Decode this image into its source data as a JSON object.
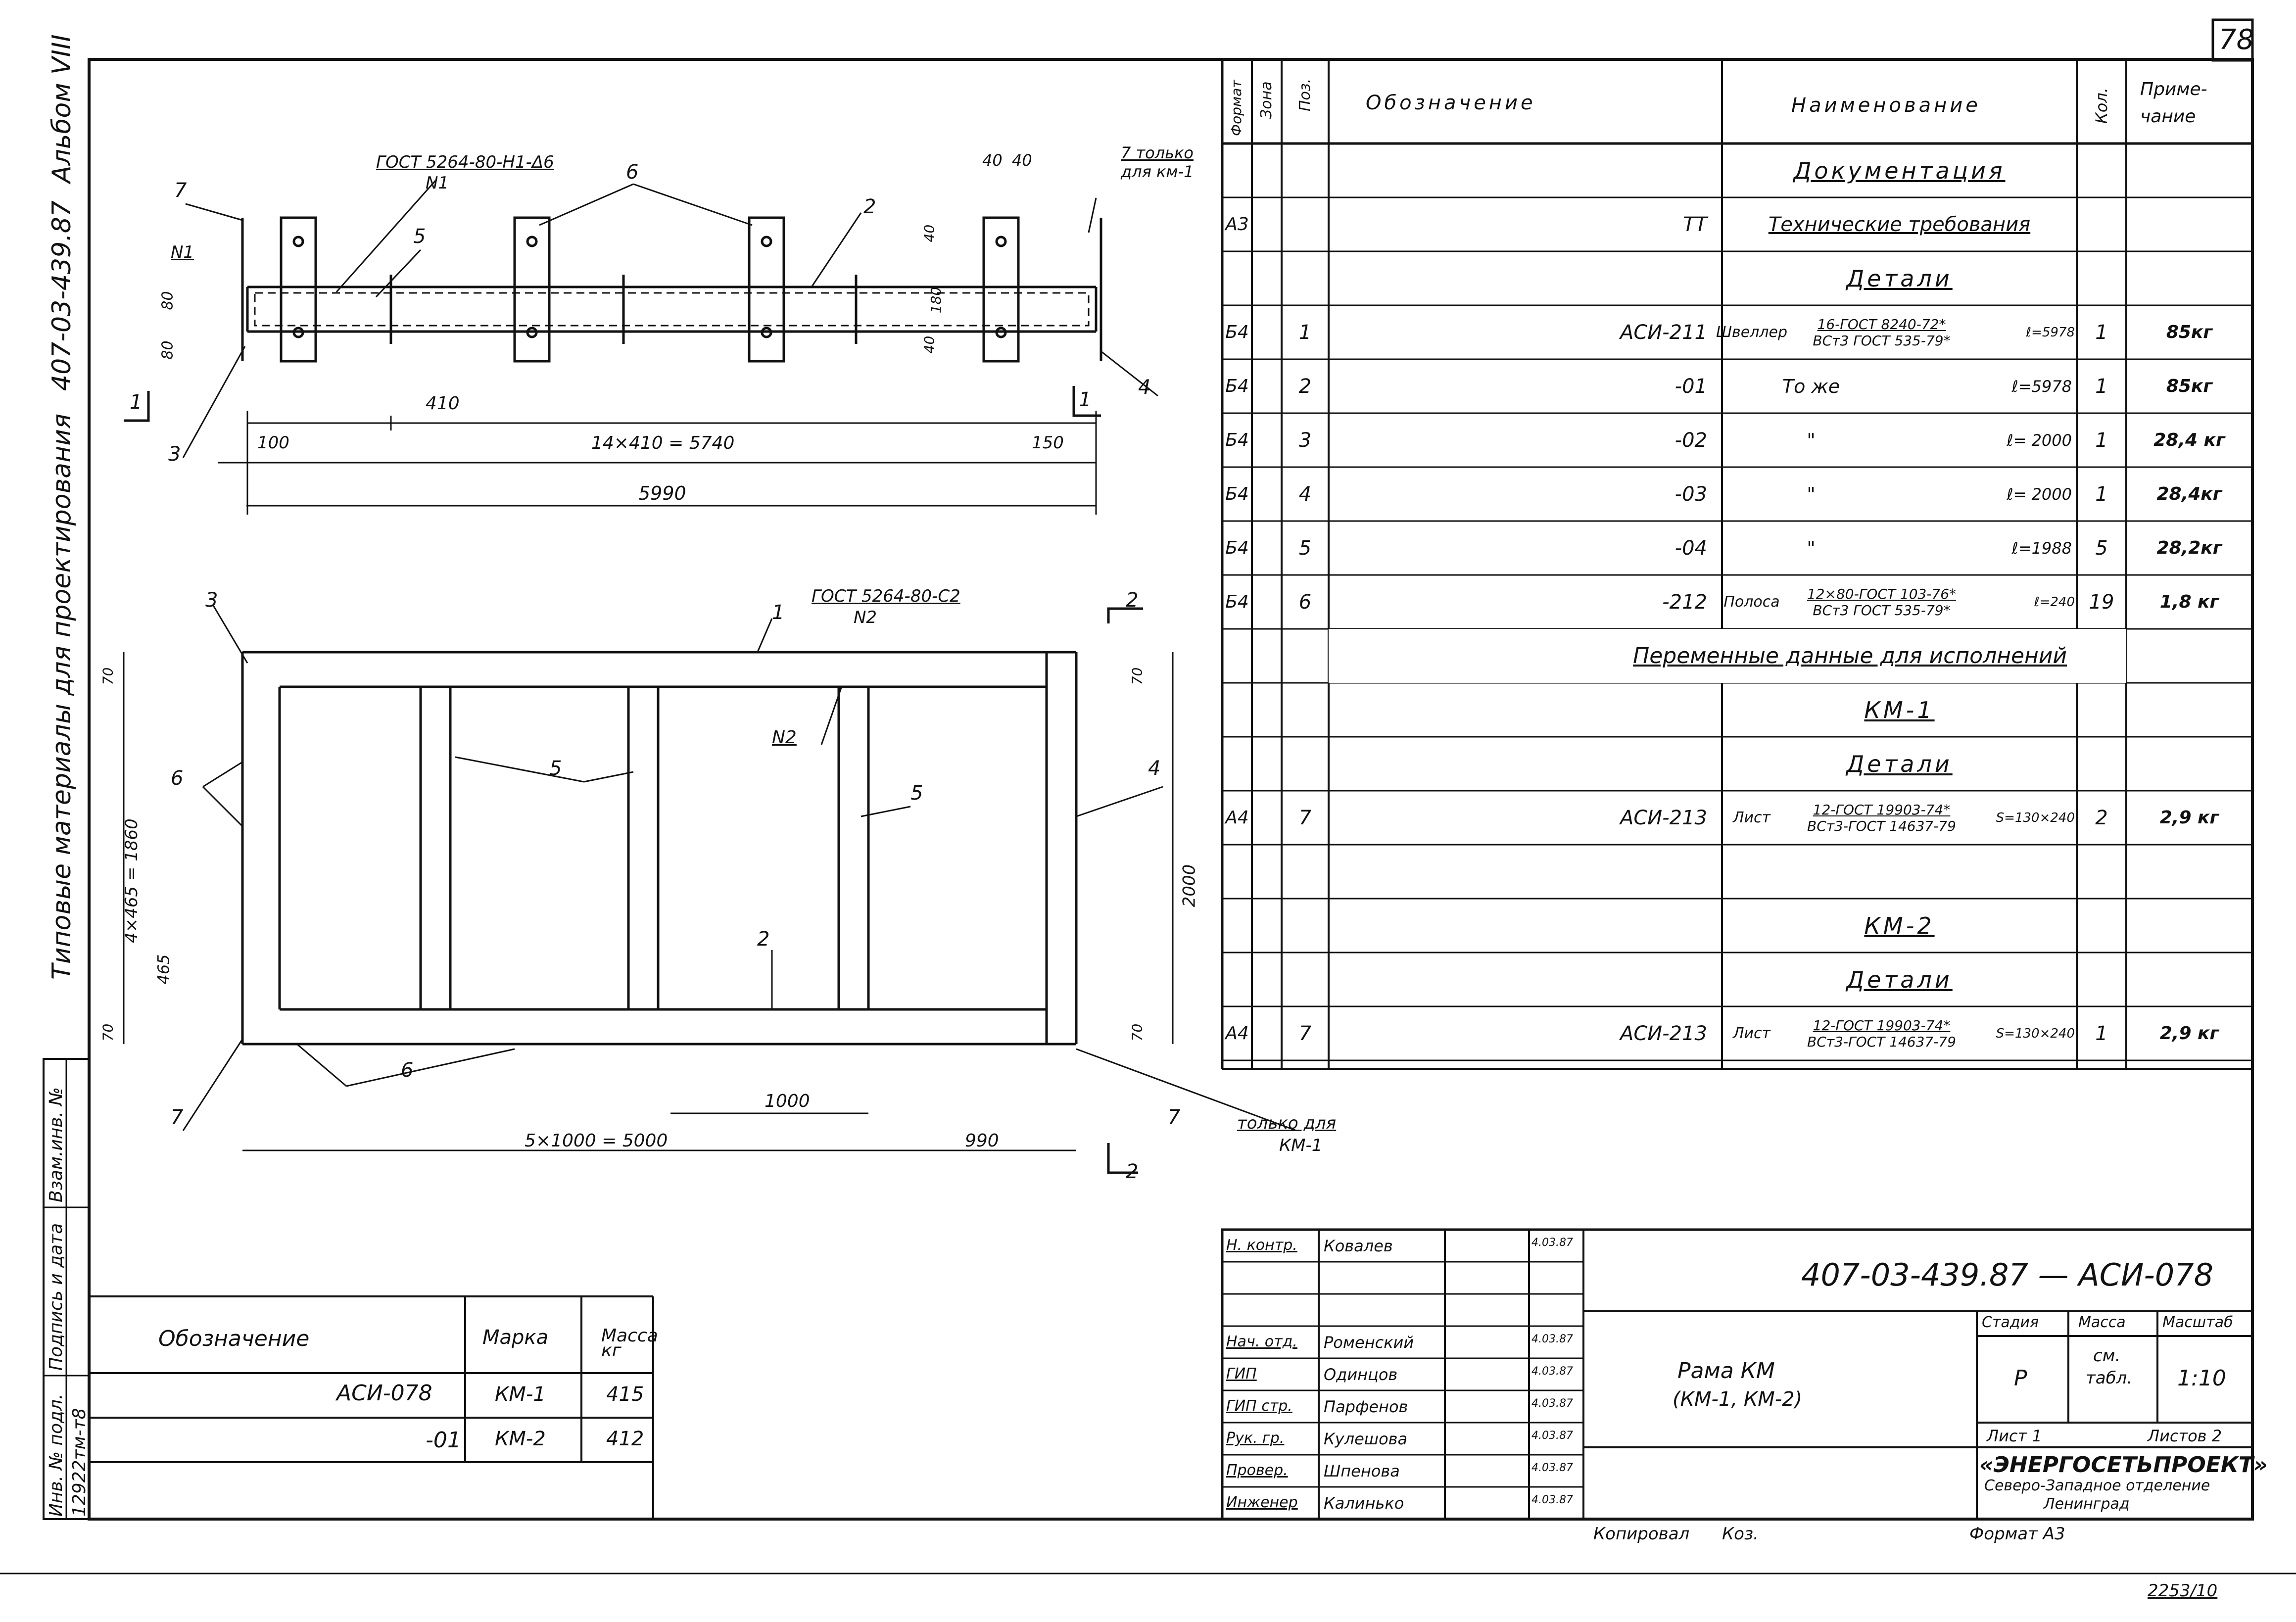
{
  "page_number": "78",
  "margin_vertical": {
    "album": "Альбом VIII",
    "code": "407-03-439.87",
    "title": "Типовые материалы для проектирования"
  },
  "side_stamp": {
    "inv_label": "Инв. № подл.",
    "inv_value": "12922тм-т8",
    "sign_label": "Подпись и дата",
    "replace_label": "Взам.инв. №"
  },
  "drawing_top": {
    "gost_weld": "ГОСТ 5264-80-Н1-Δ6",
    "weld_n1": "N1",
    "n1_left": "N1",
    "note7_line1": "7 только",
    "note7_line2": "для км-1",
    "callouts": [
      "7",
      "6",
      "5",
      "2",
      "3",
      "4"
    ],
    "dims": {
      "d40a": "40",
      "d40b": "40",
      "d80a": "80",
      "d80b": "80",
      "d40c": "40",
      "d180": "180",
      "d40d": "40",
      "d410": "410",
      "d100": "100",
      "d5740": "14×410 = 5740",
      "d150": "150",
      "d5990": "5990"
    },
    "section_left": "1",
    "section_right": "1"
  },
  "drawing_bottom": {
    "gost_weld": "ГОСТ 5264-80-С2",
    "weld_n2": "N2",
    "n2_label": "N2",
    "callouts": [
      "3",
      "1",
      "2",
      "4",
      "6",
      "5",
      "5",
      "2",
      "6",
      "7",
      "7"
    ],
    "note7_line1": "только для",
    "note7_line2": "КМ-1",
    "dims": {
      "d70a": "70",
      "d70b": "70",
      "d1860": "4×465 = 1860",
      "d465": "465",
      "d70c": "70",
      "d70d": "70",
      "d2000": "2000",
      "d1000": "1000",
      "d5000": "5×1000 = 5000",
      "d990": "990"
    },
    "section_top": "2",
    "section_bottom": "2"
  },
  "spec_table": {
    "headers": {
      "format": "Формат",
      "zone": "Зона",
      "pos": "Поз.",
      "designation": "Обозначение",
      "name": "Наименование",
      "qty": "Кол.",
      "note_line1": "Приме-",
      "note_line2": "чание"
    },
    "rows": [
      {
        "format": "",
        "pos": "",
        "designation": "",
        "name": "Документация",
        "qty": "",
        "note": "",
        "kind": "section"
      },
      {
        "format": "А3",
        "pos": "",
        "designation": "ТТ",
        "name": "Технические требования",
        "qty": "",
        "note": "",
        "kind": "name"
      },
      {
        "format": "",
        "pos": "",
        "designation": "",
        "name": "Детали",
        "qty": "",
        "note": "",
        "kind": "section"
      },
      {
        "format": "Б4",
        "pos": "1",
        "designation": "АСИ-211",
        "name_pre": "Швеллер",
        "name_num": "16-ГОСТ 8240-72*",
        "name_den": "ВСт3 ГОСТ 535-79*",
        "name_post": "ℓ=5978",
        "qty": "1",
        "note": "85кг",
        "kind": "frac"
      },
      {
        "format": "Б4",
        "pos": "2",
        "designation": "-01",
        "name": "То же",
        "name_post": "ℓ=5978",
        "qty": "1",
        "note": "85кг",
        "kind": "name2"
      },
      {
        "format": "Б4",
        "pos": "3",
        "designation": "-02",
        "name": "\"",
        "name_post": "ℓ= 2000",
        "qty": "1",
        "note": "28,4 кг",
        "kind": "name2"
      },
      {
        "format": "Б4",
        "pos": "4",
        "designation": "-03",
        "name": "\"",
        "name_post": "ℓ= 2000",
        "qty": "1",
        "note": "28,4кг",
        "kind": "name2"
      },
      {
        "format": "Б4",
        "pos": "5",
        "designation": "-04",
        "name": "\"",
        "name_post": "ℓ=1988",
        "qty": "5",
        "note": "28,2кг",
        "kind": "name2"
      },
      {
        "format": "Б4",
        "pos": "6",
        "designation": "-212",
        "name_pre": "Полоса",
        "name_num": "12×80-ГОСТ 103-76*",
        "name_den": "ВСт3 ГОСТ 535-79*",
        "name_post": "ℓ=240",
        "qty": "19",
        "note": "1,8 кг",
        "kind": "frac"
      },
      {
        "format": "",
        "pos": "",
        "designation": "",
        "name": "Переменные данные для исполнений",
        "qty": "",
        "note": "",
        "kind": "wide"
      },
      {
        "format": "",
        "pos": "",
        "designation": "",
        "name": "КМ-1",
        "qty": "",
        "note": "",
        "kind": "section"
      },
      {
        "format": "",
        "pos": "",
        "designation": "",
        "name": "Детали",
        "qty": "",
        "note": "",
        "kind": "section"
      },
      {
        "format": "А4",
        "pos": "7",
        "designation": "АСИ-213",
        "name_pre": "Лист",
        "name_num": "12-ГОСТ 19903-74*",
        "name_den": "ВСт3-ГОСТ 14637-79",
        "name_post": "S=130×240",
        "qty": "2",
        "note": "2,9 кг",
        "kind": "frac"
      },
      {
        "format": "",
        "pos": "",
        "designation": "",
        "name": "",
        "qty": "",
        "note": "",
        "kind": "empty"
      },
      {
        "format": "",
        "pos": "",
        "designation": "",
        "name": "КМ-2",
        "qty": "",
        "note": "",
        "kind": "section"
      },
      {
        "format": "",
        "pos": "",
        "designation": "",
        "name": "Детали",
        "qty": "",
        "note": "",
        "kind": "section"
      },
      {
        "format": "А4",
        "pos": "7",
        "designation": "АСИ-213",
        "name_pre": "Лист",
        "name_num": "12-ГОСТ 19903-74*",
        "name_den": "ВСт3-ГОСТ 14637-79",
        "name_post": "S=130×240",
        "qty": "1",
        "note": "2,9 кг",
        "kind": "frac"
      }
    ]
  },
  "variants_table": {
    "headers": {
      "designation": "Обозначение",
      "mark": "Марка",
      "mass": "Масса кг"
    },
    "rows": [
      {
        "designation": "АСИ-078",
        "mark": "КМ-1",
        "mass": "415"
      },
      {
        "designation": "-01",
        "mark": "КМ-2",
        "mass": "412"
      }
    ]
  },
  "title_block": {
    "doc_code": "407-03-439.87 — АСИ-078",
    "people": [
      {
        "role": "Н. контр.",
        "name": "Ковалев",
        "date": "4.03.87"
      },
      {
        "role": "",
        "name": "",
        "date": ""
      },
      {
        "role": "",
        "name": "",
        "date": ""
      },
      {
        "role": "Нач. отд.",
        "name": "Роменский",
        "date": "4.03.87"
      },
      {
        "role": "ГИП",
        "name": "Одинцов",
        "date": "4.03.87"
      },
      {
        "role": "ГИП стр.",
        "name": "Парфенов",
        "date": "4.03.87"
      },
      {
        "role": "Рук. гр.",
        "name": "Кулешова",
        "date": "4.03.87"
      },
      {
        "role": "Провер.",
        "name": "Шпенова",
        "date": "4.03.87"
      },
      {
        "role": "Инженер",
        "name": "Калинько",
        "date": "4.03.87"
      }
    ],
    "object_line1": "Рама КМ",
    "object_line2": "(КМ-1, КМ-2)",
    "stage_label": "Стадия",
    "mass_label": "Масса",
    "scale_label": "Масштаб",
    "stage_value": "Р",
    "mass_value_line1": "см.",
    "mass_value_line2": "табл.",
    "scale_value": "1:10",
    "sheet_label": "Лист 1",
    "sheets_label": "Листов 2",
    "org_line1": "«ЭНЕРГОСЕТЬПРОЕКТ»",
    "org_line2": "Северо-Западное отделение",
    "org_line3": "Ленинград"
  },
  "footer": {
    "copied": "Копировал",
    "copied_name": "Коз.",
    "format": "Формат А3",
    "sheet_code": "2253/10"
  }
}
